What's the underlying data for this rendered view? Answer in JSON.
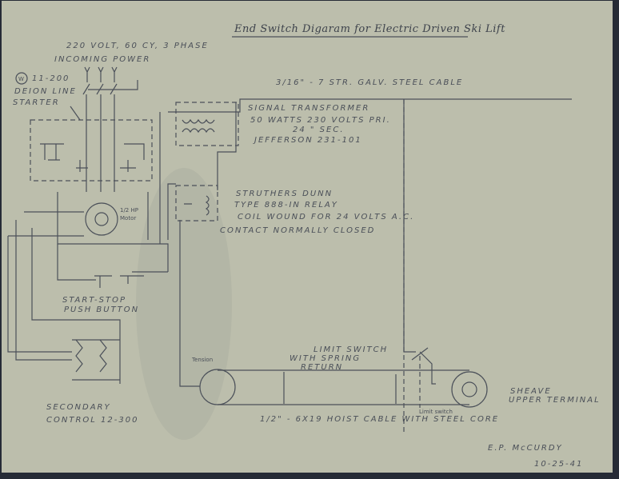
{
  "title": "End Switch Digaram for Electric Driven Ski Lift",
  "power": {
    "line1": "220 VOLT, 60 CY, 3 PHASE",
    "line2": "INCOMING POWER"
  },
  "starter": {
    "badge": "W",
    "model": "11-200",
    "line1": "DEION LINE",
    "line2": "STARTER"
  },
  "steel_cable": "3/16\" - 7 STR. GALV. STEEL CABLE",
  "transformer": {
    "line1": "SIGNAL TRANSFORMER",
    "line2": "50 WATTS   230 VOLTS PRI.",
    "line3": "24   \"   SEC.",
    "line4": "JEFFERSON 231-101"
  },
  "relay": {
    "line1": "STRUTHERS DUNN",
    "line2": "TYPE 888-IN RELAY",
    "line3": "COIL WOUND FOR 24 VOLTS A.C.",
    "line4": "CONTACT NORMALLY CLOSED"
  },
  "motor": {
    "line1": "1/2 HP",
    "line2": "Motor"
  },
  "push_button": {
    "line1": "START-STOP",
    "line2": "PUSH BUTTON"
  },
  "secondary": {
    "line1": "SECONDARY",
    "line2": "CONTROL 12-300"
  },
  "limit_switch": {
    "line1": "LIMIT SWITCH",
    "line2": "WITH SPRING",
    "line3": "RETURN"
  },
  "tension_label": "Tension",
  "limit_small": "Limit switch",
  "hoist_cable": "1/2\" - 6X19 HOIST CABLE WITH STEEL CORE",
  "sheave": {
    "line1": "SHEAVE",
    "line2": "UPPER TERMINAL"
  },
  "signature": "E.P. McCURDY",
  "date": "10-25-41"
}
